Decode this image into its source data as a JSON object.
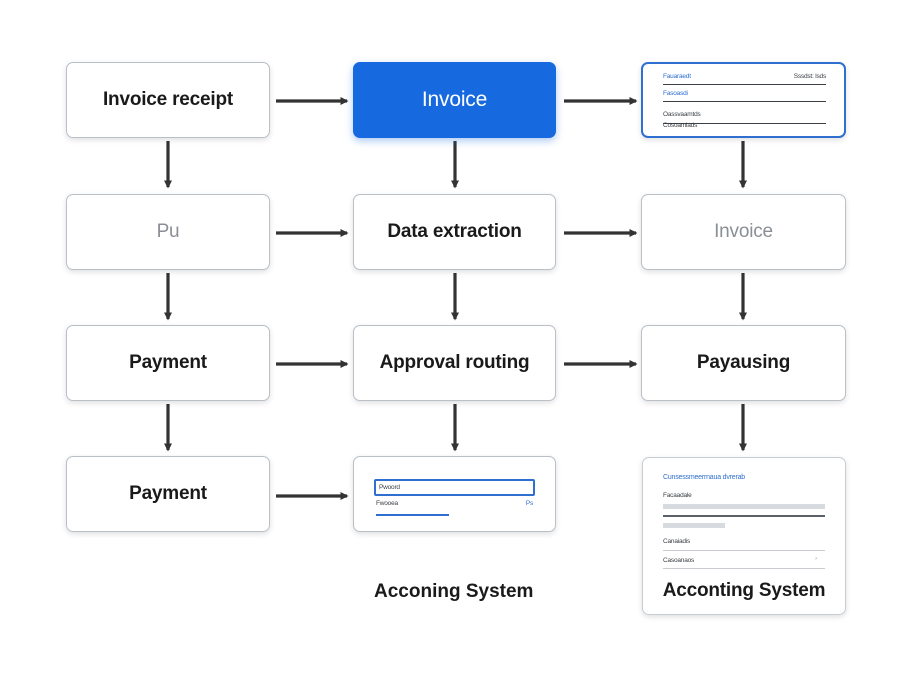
{
  "nodes": {
    "invoice_receipt": "Invoice receipt",
    "invoice_primary": "Invoice",
    "pu": "Pu",
    "data_extraction": "Data extraction",
    "invoice_muted": "Invoice",
    "payment_1": "Payment",
    "approval_routing": "Approval routing",
    "payausing": "Payausing",
    "payment_2": "Payment"
  },
  "doc_preview": {
    "line1_left": "Fauaraedt",
    "line1_right": "Sssdst: lsds",
    "line2": "Fasoasdi",
    "line3": "Oassvaamtds",
    "line4": "Cosoamiads"
  },
  "form_preview": {
    "field_label": "Pwoord",
    "row_left": "Fwooea",
    "row_right": "Ps"
  },
  "accounting_panel": {
    "header": "Cunsessmeerrnaua dvrerab",
    "item1": "Facaadale",
    "item2": "Canaiadis",
    "item3": "Casoanaos",
    "item3_right": "›",
    "title": "Acconting System"
  },
  "captions": {
    "accounting_system_left": "Acconing System"
  },
  "colors": {
    "accent": "#1769e0",
    "arrow": "#333333",
    "border": "#b9c0c7"
  }
}
